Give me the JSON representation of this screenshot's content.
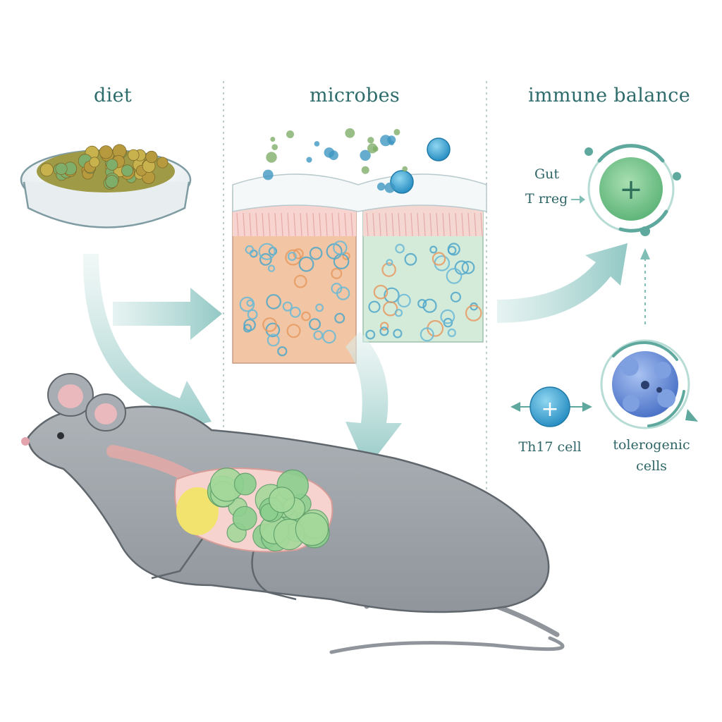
{
  "headings": {
    "diet": "diet",
    "microbes": "microbes",
    "immune": "immune balance"
  },
  "cell_labels": {
    "gut_line1": "Gut",
    "gut_line2": "T rreg",
    "th17": "Th17 cell",
    "tolerogenic_line1": "tolerogenic",
    "tolerogenic_line2": "cells"
  },
  "colors": {
    "heading_text": "#2e6b6b",
    "arrow_teal": "#8cc6c2",
    "divider": "#9fb4b6",
    "mouse_body": "#9ea4aa",
    "treg_cell": "#7ec98d",
    "th17_cell": "#3aa6d4",
    "tolerogenic_cell": "#6f93d8",
    "tissue_left": "#f3caa8",
    "tissue_right": "#cfe8d6"
  },
  "icons": [
    "food-bowl-icon",
    "intestinal-tissue-icon",
    "microbe-icon",
    "mouse-icon",
    "plus-icon"
  ]
}
